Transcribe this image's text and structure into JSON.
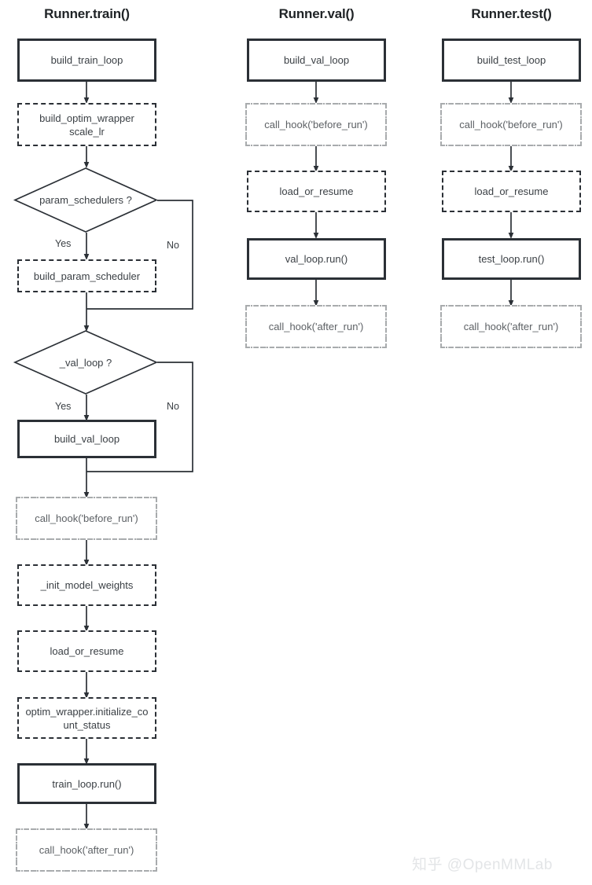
{
  "diagram": {
    "title_train": "Runner.train()",
    "title_val": "Runner.val()",
    "title_test": "Runner.test()",
    "branch_yes": "Yes",
    "branch_no": "No"
  },
  "train_column": {
    "title": "Runner.train()",
    "nodes": [
      {
        "id": "build_train_loop",
        "label": "build_train_loop",
        "style": "solid"
      },
      {
        "id": "build_optim_wrapper",
        "label": "build_optim_wrapper\nscale_lr",
        "style": "dashed"
      },
      {
        "id": "param_schedulers_q",
        "label": "param_schedulers ?",
        "style": "diamond"
      },
      {
        "id": "build_param_scheduler",
        "label": "build_param_scheduler",
        "style": "dashed"
      },
      {
        "id": "val_loop_q",
        "label": "_val_loop ?",
        "style": "diamond"
      },
      {
        "id": "build_val_loop",
        "label": "build_val_loop",
        "style": "solid"
      },
      {
        "id": "call_hook_before_run",
        "label": "call_hook('before_run')",
        "style": "hook"
      },
      {
        "id": "init_model_weights",
        "label": "_init_model_weights",
        "style": "dashed"
      },
      {
        "id": "load_or_resume",
        "label": "load_or_resume",
        "style": "dashed"
      },
      {
        "id": "optim_wrapper_initialize",
        "label": "optim_wrapper.initialize_count_status",
        "style": "dashed"
      },
      {
        "id": "train_loop_run",
        "label": "train_loop.run()",
        "style": "solid"
      },
      {
        "id": "call_hook_after_run",
        "label": "call_hook('after_run')",
        "style": "hook"
      }
    ],
    "branches": [
      {
        "from": "param_schedulers_q",
        "yes": "Yes",
        "no": "No"
      },
      {
        "from": "val_loop_q",
        "yes": "Yes",
        "no": "No"
      }
    ]
  },
  "val_column": {
    "title": "Runner.val()",
    "nodes": [
      {
        "id": "build_val_loop",
        "label": "build_val_loop",
        "style": "solid"
      },
      {
        "id": "call_hook_before_run",
        "label": "call_hook('before_run')",
        "style": "hook"
      },
      {
        "id": "load_or_resume",
        "label": "load_or_resume",
        "style": "dashed"
      },
      {
        "id": "val_loop_run",
        "label": "val_loop.run()",
        "style": "solid"
      },
      {
        "id": "call_hook_after_run",
        "label": "call_hook('after_run')",
        "style": "hook"
      }
    ]
  },
  "test_column": {
    "title": "Runner.test()",
    "nodes": [
      {
        "id": "build_test_loop",
        "label": "build_test_loop",
        "style": "solid"
      },
      {
        "id": "call_hook_before_run",
        "label": "call_hook('before_run')",
        "style": "hook"
      },
      {
        "id": "load_or_resume",
        "label": "load_or_resume",
        "style": "dashed"
      },
      {
        "id": "test_loop_run",
        "label": "test_loop.run()",
        "style": "solid"
      },
      {
        "id": "call_hook_after_run",
        "label": "call_hook('after_run')",
        "style": "hook"
      }
    ]
  },
  "watermark": {
    "text": "知乎 @OpenMMLab"
  },
  "colors": {
    "solid_border": "#2b3036",
    "dashed_border": "#2b3036",
    "hook_border": "#a8abad",
    "text": "#3b4045",
    "background": "#ffffff",
    "watermark": "#e3e5e7"
  }
}
